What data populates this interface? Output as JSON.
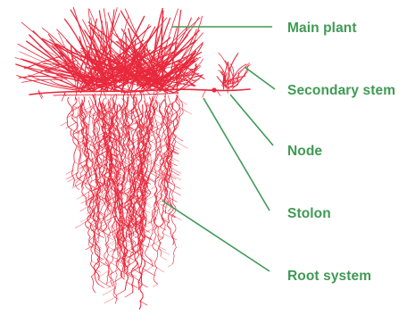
{
  "colors": {
    "plant": "#e8283c",
    "leader": "#3f9a54",
    "label": "#3f9a54"
  },
  "labels": [
    {
      "id": "main-plant",
      "text": "Main plant"
    },
    {
      "id": "secondary-stem",
      "text": "Secondary stem"
    },
    {
      "id": "node",
      "text": "Node"
    },
    {
      "id": "stolon",
      "text": "Stolon"
    },
    {
      "id": "root-system",
      "text": "Root system"
    }
  ]
}
